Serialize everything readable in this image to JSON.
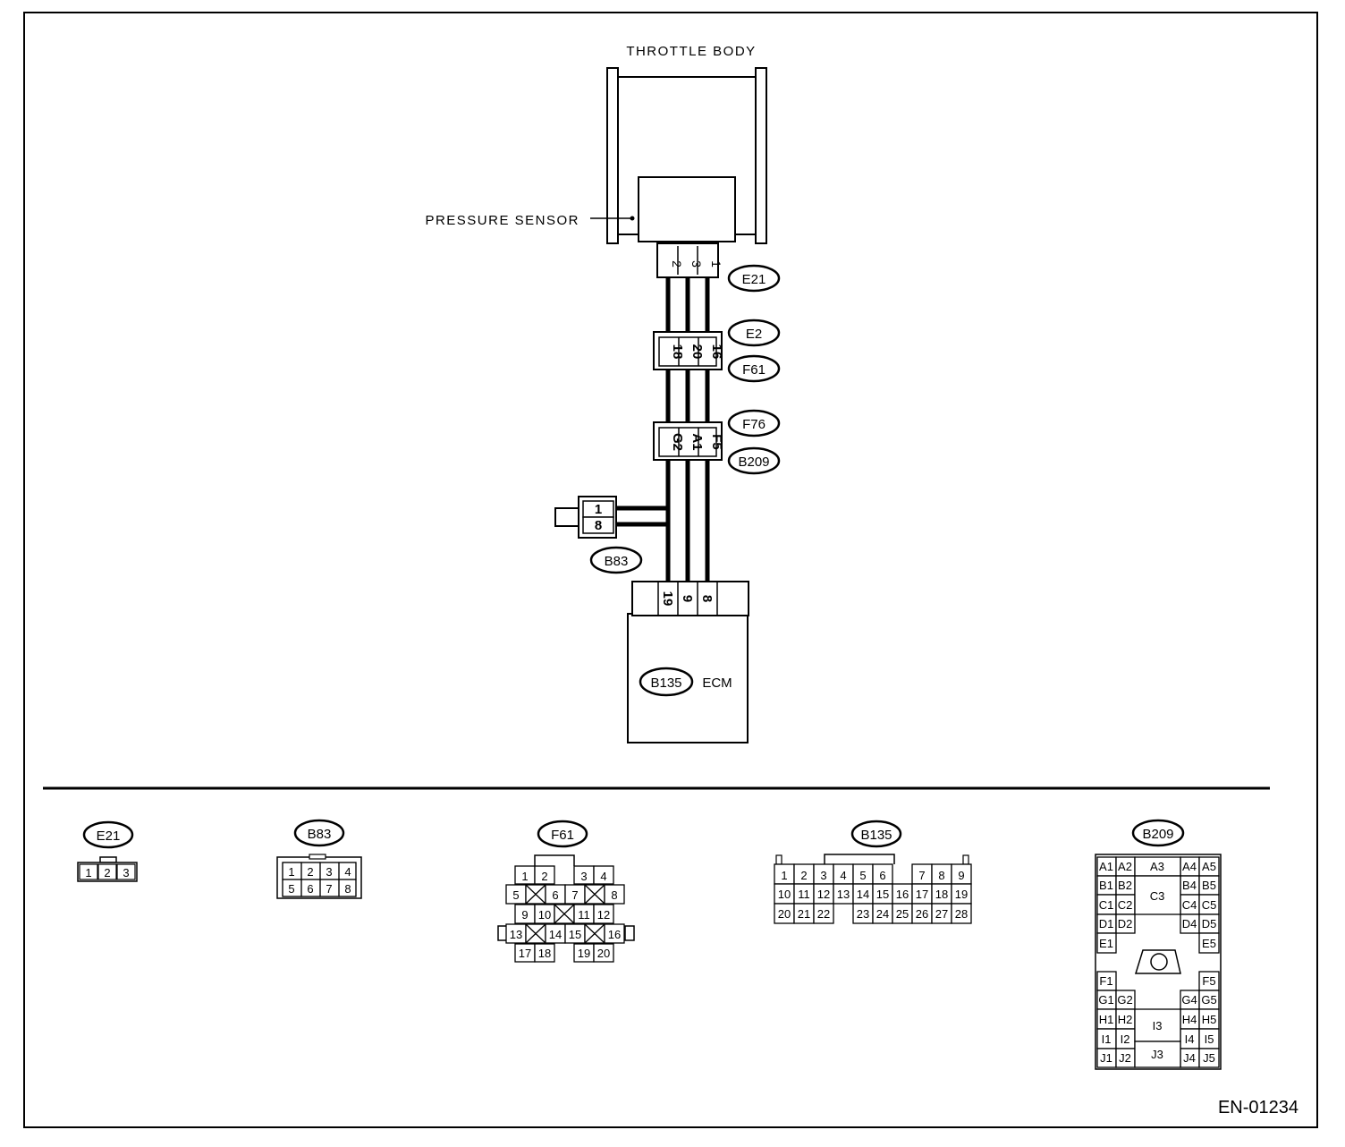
{
  "labels": {
    "throttle_body": "THROTTLE BODY",
    "pressure_sensor": "PRESSURE SENSOR",
    "ecm": "ECM",
    "figure_code": "EN-01234"
  },
  "connectors": {
    "e21": "E21",
    "e2": "E2",
    "f61": "F61",
    "f76": "F76",
    "b209": "B209",
    "b83": "B83",
    "b135": "B135"
  },
  "wiring": {
    "sensor_pins": [
      "2",
      "3",
      "1"
    ],
    "joint_pins": [
      "18",
      "20",
      "16"
    ],
    "junction_pins": [
      "G2",
      "A1",
      "F5"
    ],
    "b83_pins": [
      "1",
      "8"
    ],
    "ecm_pins": [
      "19",
      "9",
      "8"
    ]
  },
  "legend": {
    "e21_pins": [
      "1",
      "2",
      "3"
    ],
    "b83_top": [
      "1",
      "2",
      "3",
      "4"
    ],
    "b83_bottom": [
      "5",
      "6",
      "7",
      "8"
    ],
    "f61_pins": [
      "1",
      "2",
      "3",
      "4",
      "5",
      "6",
      "7",
      "8",
      "9",
      "10",
      "11",
      "12",
      "13",
      "14",
      "15",
      "16",
      "17",
      "18",
      "19",
      "20"
    ],
    "b135_pins": [
      "1",
      "2",
      "3",
      "4",
      "5",
      "6",
      "7",
      "8",
      "9",
      "10",
      "11",
      "12",
      "13",
      "14",
      "15",
      "16",
      "17",
      "18",
      "19",
      "20",
      "21",
      "22",
      "23",
      "24",
      "25",
      "26",
      "27",
      "28"
    ],
    "b209_pins": [
      "A1",
      "A2",
      "A3",
      "A4",
      "A5",
      "B1",
      "B2",
      "B4",
      "B5",
      "C1",
      "C2",
      "C3",
      "C4",
      "C5",
      "D1",
      "D2",
      "D4",
      "D5",
      "E1",
      "E5",
      "F1",
      "F5",
      "G1",
      "G2",
      "G4",
      "G5",
      "H1",
      "H2",
      "H4",
      "H5",
      "I1",
      "I2",
      "I3",
      "I4",
      "I5",
      "J1",
      "J2",
      "J3",
      "J4",
      "J5"
    ]
  }
}
